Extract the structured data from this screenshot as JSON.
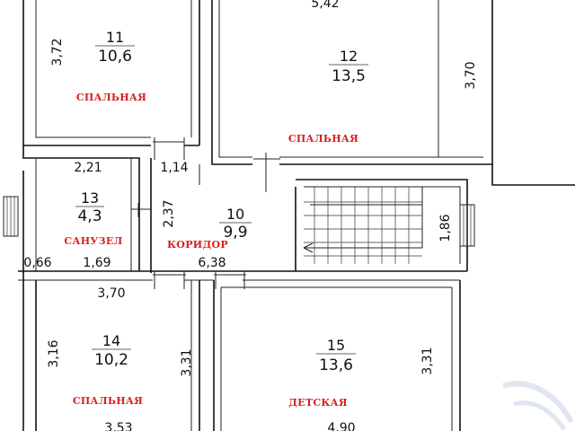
{
  "rooms": [
    {
      "id": "11",
      "number": "11",
      "area": "10,6",
      "type": "СПАЛЬНАЯ"
    },
    {
      "id": "12",
      "number": "12",
      "area": "13,5",
      "type": "СПАЛЬНАЯ"
    },
    {
      "id": "13",
      "number": "13",
      "area": "4,3",
      "type": "САНУЗЕЛ"
    },
    {
      "id": "10",
      "number": "10",
      "area": "9,9",
      "type": "КОРИДОР"
    },
    {
      "id": "14",
      "number": "14",
      "area": "10,2",
      "type": "СПАЛЬНАЯ"
    },
    {
      "id": "15",
      "number": "15",
      "area": "13,6",
      "type": "ДЕТСКАЯ"
    }
  ],
  "dimensions": {
    "top_542": "5,42",
    "room11_372": "3,72",
    "room12_370": "3,70",
    "room13_221": "2,21",
    "door_114": "1,14",
    "corridor_237": "2,37",
    "stairs_186": "1,86",
    "left_066": "0,66",
    "room13_169": "1,69",
    "corridor_638": "6,38",
    "room14_370": "3,70",
    "room14_316": "3,16",
    "room14_331": "3,31",
    "room15_331": "3,31",
    "bottom_353": "3,53",
    "bottom_490": "4,90"
  }
}
